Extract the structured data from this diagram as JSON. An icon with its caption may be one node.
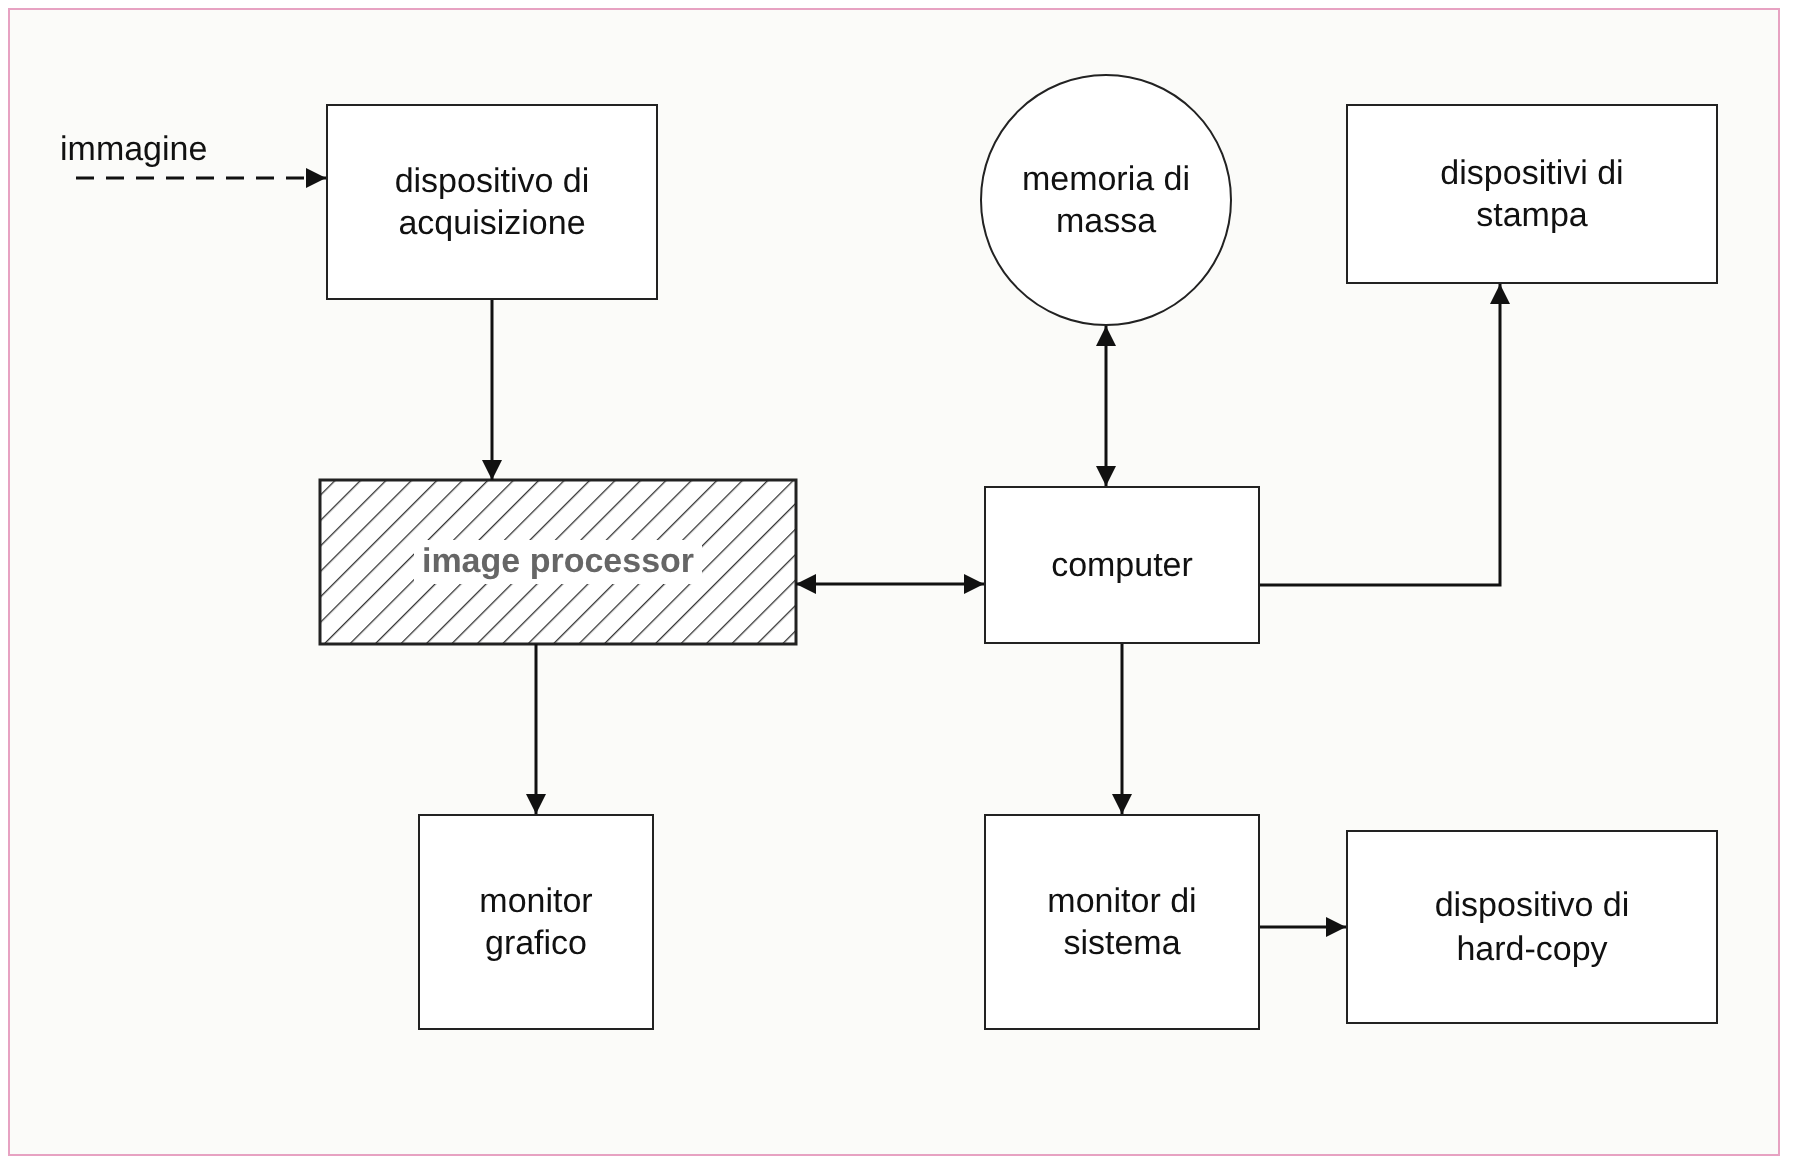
{
  "diagram": {
    "nodes": [
      {
        "text": [
          "immagine"
        ]
      },
      {
        "text": [
          "dispositivo di acquisizione"
        ]
      },
      {
        "text": [
          "image processor"
        ]
      },
      {
        "text": [
          "monitor grafico"
        ]
      },
      {
        "text": [
          "memoria di massa"
        ]
      },
      {
        "text": [
          "dispositivi di stampa"
        ]
      },
      {
        "text": [
          "computer"
        ]
      },
      {
        "text": [
          "monitor di sistema"
        ]
      },
      {
        "text": [
          "dispositivo di hard-copy"
        ]
      }
    ],
    "edges": [
      {
        "from": 0,
        "to": 1,
        "arrow": "to",
        "style": "dashed"
      },
      {
        "from": 1,
        "to": 2,
        "arrow": "to"
      },
      {
        "from": 2,
        "to": 3,
        "arrow": "to"
      },
      {
        "from": 2,
        "to": 6,
        "arrow": "both"
      },
      {
        "from": 4,
        "to": 6,
        "arrow": "both"
      },
      {
        "from": 6,
        "to": 5,
        "arrow": "to"
      },
      {
        "from": 6,
        "to": 7,
        "arrow": "to"
      },
      {
        "from": 7,
        "to": 8,
        "arrow": "to"
      }
    ]
  }
}
